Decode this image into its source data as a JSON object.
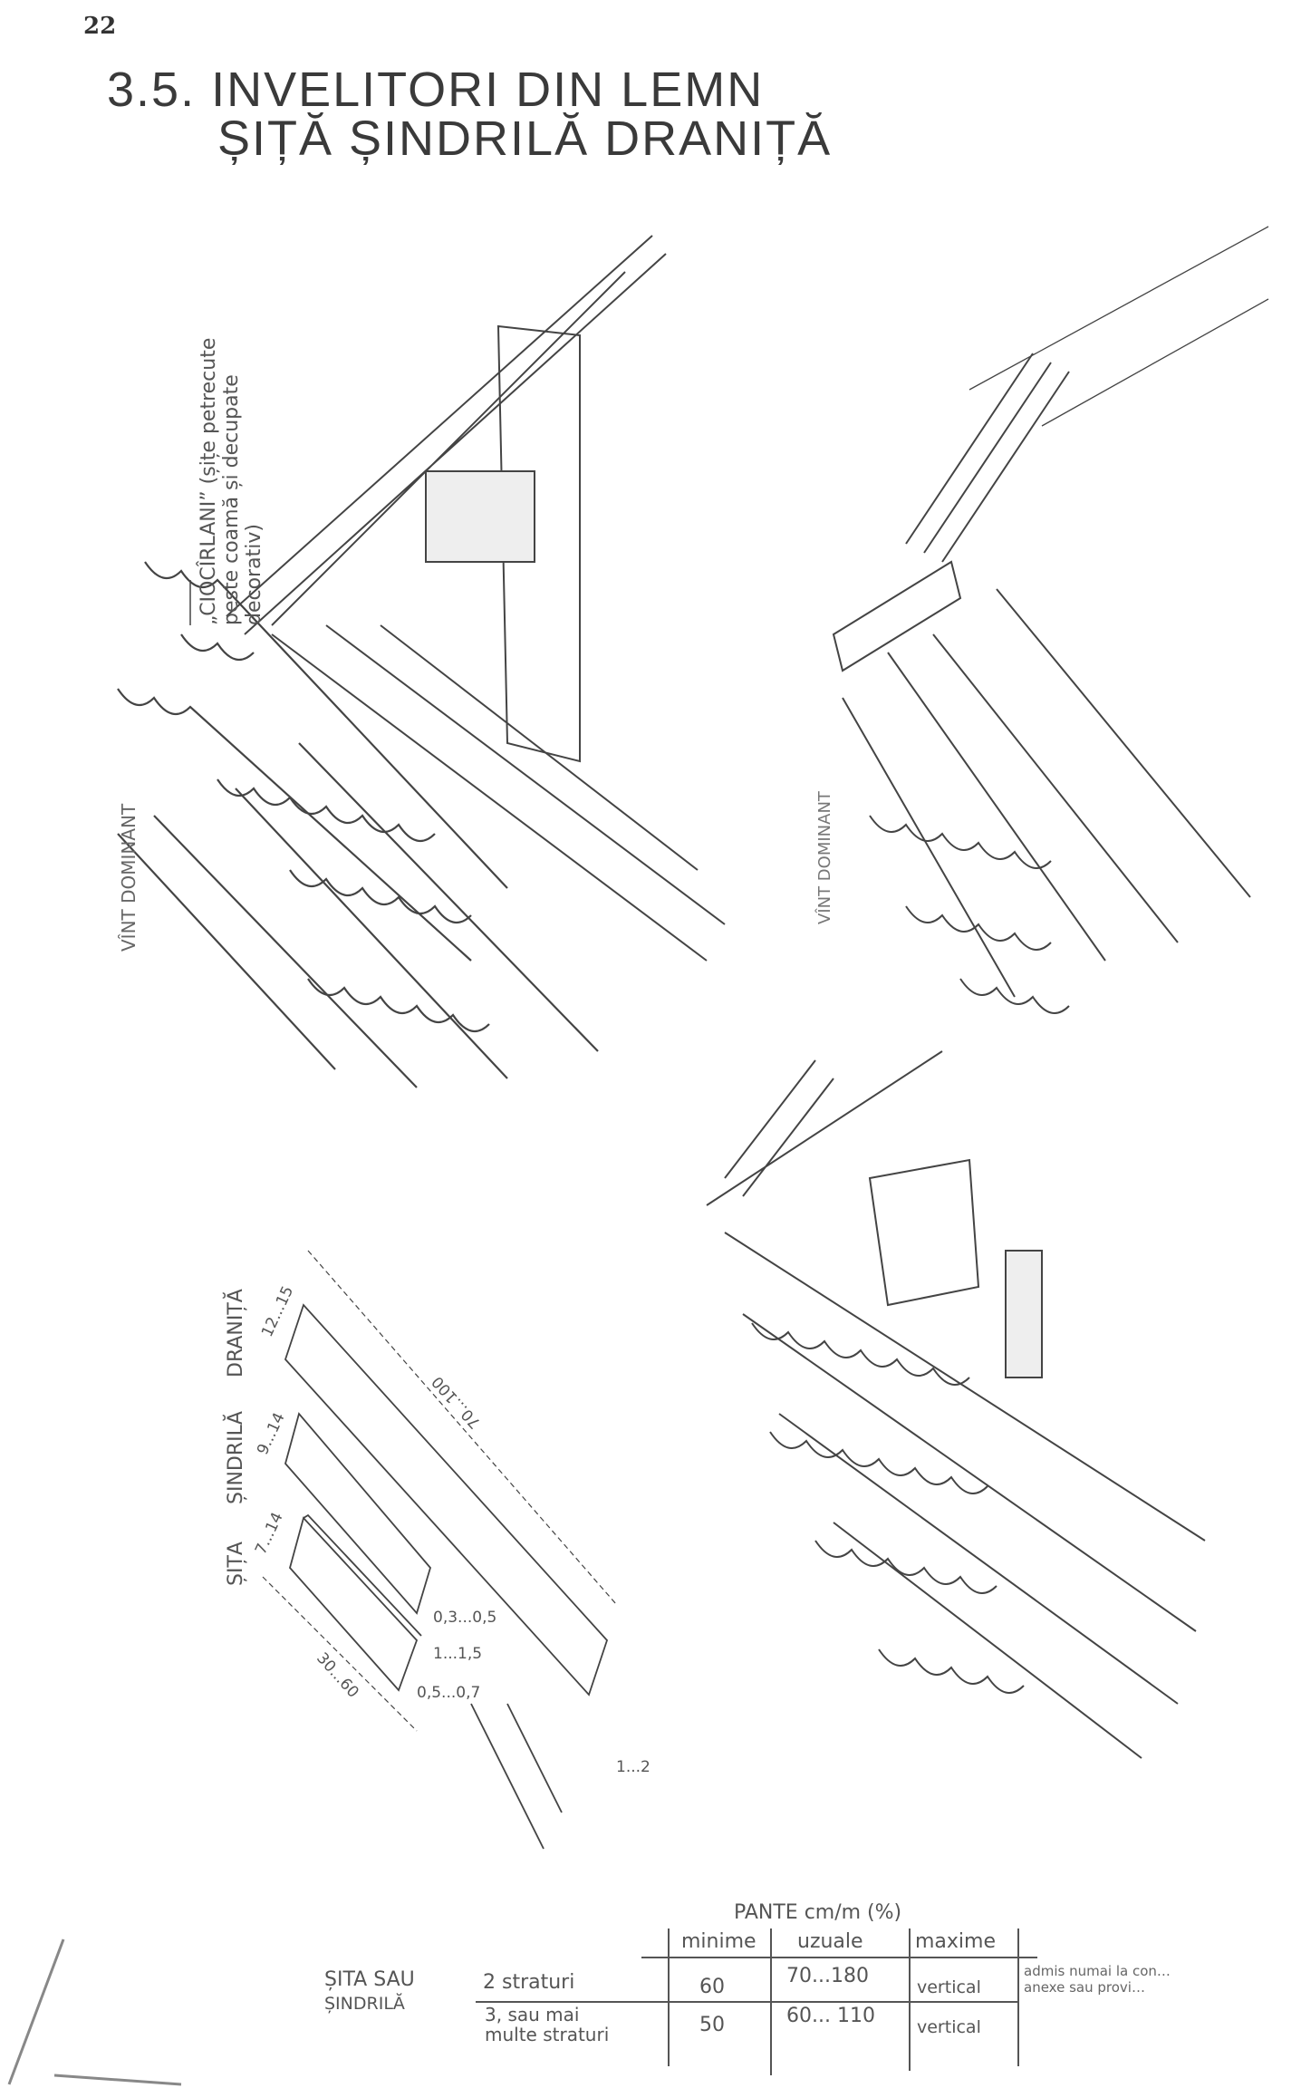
{
  "page_number": "22",
  "title": {
    "line1": "3.5. INVELITORI DIN LEMN",
    "line2": "ȘIȚĂ ȘINDRILĂ DRANIȚĂ"
  },
  "annotations": {
    "ciocirlani_line1": "„CIOCÎRLANI” (șițe petrecute",
    "ciocirlani_line2": "peste coamă și decupate",
    "ciocirlani_line3": "decorativ)",
    "wind_left": "VÎNT DOMINANT",
    "wind_right": "VÎNT DOMINANT"
  },
  "shingle_types": [
    {
      "name": "ȘIȚA",
      "width": "7...14"
    },
    {
      "name": "ȘINDRILĂ",
      "width": "9...14"
    },
    {
      "name": "DRANIȚĂ",
      "width": "12...15"
    }
  ],
  "dimensions": {
    "length_short": "30...60",
    "length_long": "70...100",
    "thick_a": "0,3...0,5",
    "thick_b": "1...1,5",
    "thick_c": "0,5...0,7",
    "thick_d": "1...2"
  },
  "table": {
    "title": "PANTE cm/m (%)",
    "columns": [
      "minime",
      "uzuale",
      "maxime"
    ],
    "group_label_line1": "ȘITA SAU",
    "group_label_line2": "ȘINDRILĂ",
    "rows": [
      {
        "layers": "2 straturi",
        "min": "60",
        "usual": "70...180",
        "max": "vertical",
        "note_line1": "admis numai la con…",
        "note_line2": "anexe sau provi…"
      },
      {
        "layers_line1": "3, sau mai",
        "layers_line2": "multe straturi",
        "min": "50",
        "usual": "60... 110",
        "max": "vertical"
      }
    ]
  }
}
